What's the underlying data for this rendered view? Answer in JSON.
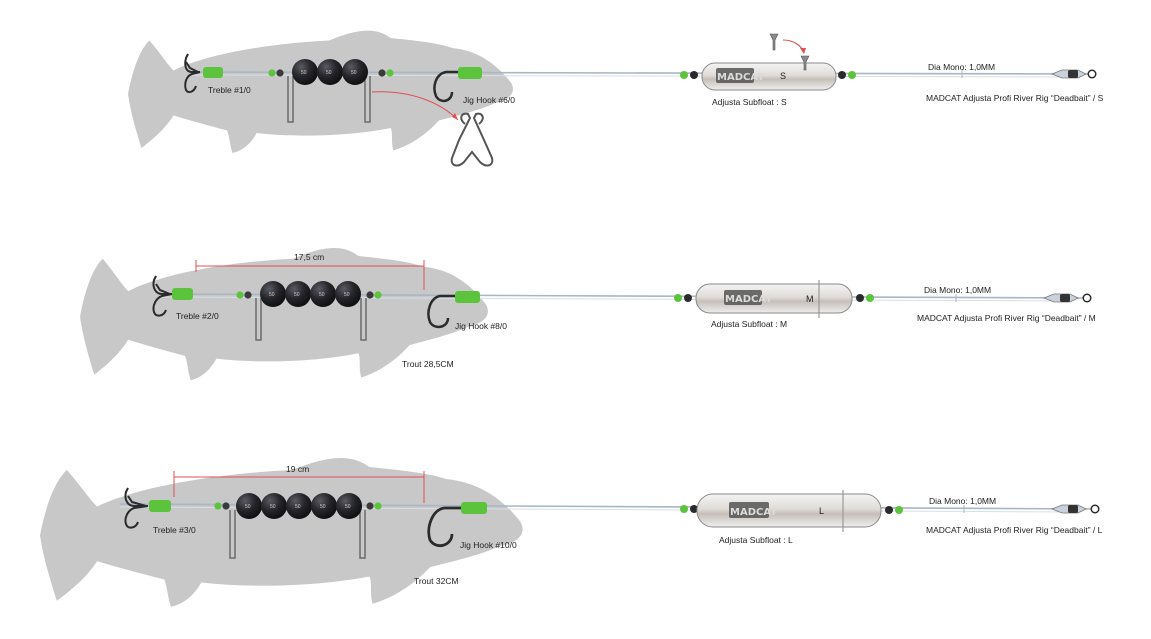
{
  "colors": {
    "fish": "#c8c8c8",
    "line": "#a9b6c4",
    "sleeve": "#5cc43c",
    "bead": "#1a1a1e",
    "measure": "#e05050",
    "hook": "#2b2b2b"
  },
  "rigs": [
    {
      "treble_label": "Treble #1/0",
      "jig_label": "Jig Hook #6/0",
      "float_label": "Adjusta Subfloat : S",
      "float_letter": "S",
      "float_brand": "MADCAT",
      "mono_label": "Dia Mono: 1,0MM",
      "rig_name": "MADCAT Adjusta Profi River Rig “Deadbait” / S",
      "measure_label": "",
      "trout_label": "",
      "bead_texts": [
        "50",
        "50",
        "50"
      ]
    },
    {
      "treble_label": "Treble #2/0",
      "jig_label": "Jig Hook #8/0",
      "float_label": "Adjusta Subfloat : M",
      "float_letter": "M",
      "float_brand": "MADCAT",
      "mono_label": "Dia Mono: 1,0MM",
      "rig_name": "MADCAT Adjusta Profi River Rig “Deadbait” / M",
      "measure_label": "17,5 cm",
      "trout_label": "Trout 28,5CM",
      "bead_texts": [
        "50",
        "50",
        "50",
        "50"
      ]
    },
    {
      "treble_label": "Treble #3/0",
      "jig_label": "Jig Hook #10/0",
      "float_label": "Adjusta Subfloat : L",
      "float_letter": "L",
      "float_brand": "MADCAT",
      "mono_label": "Dia Mono: 1,0MM",
      "rig_name": "MADCAT Adjusta Profi River Rig “Deadbait” / L",
      "measure_label": "19 cm",
      "trout_label": "Trout 32CM",
      "bead_texts": [
        "50",
        "50",
        "50",
        "50",
        "50"
      ]
    }
  ]
}
